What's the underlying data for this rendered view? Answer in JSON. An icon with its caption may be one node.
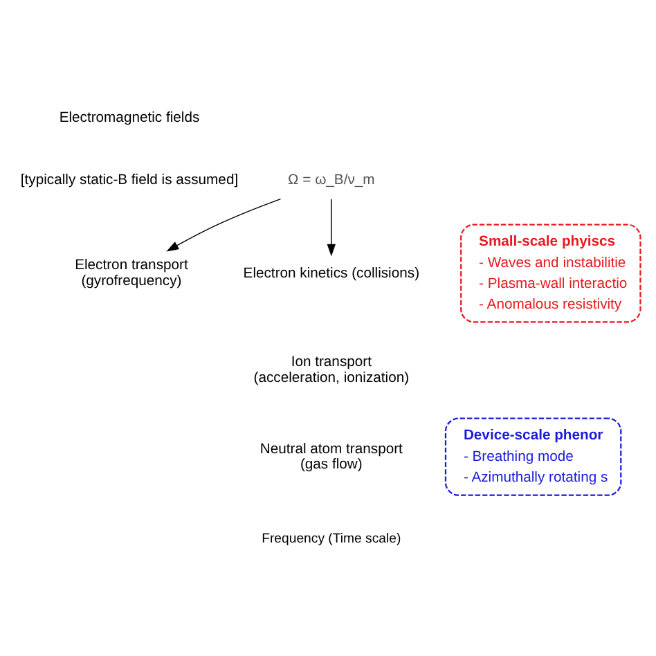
{
  "diagram": {
    "nodes": [
      {
        "text": [
          "Small-scale phyiscs",
          "- Waves and instabilitie",
          "- Plasma-wall interactio",
          "- Anomalous resistivity"
        ]
      },
      {
        "text": [
          "Device-scale phenor",
          "- Breathing mode",
          "- Azimuthally rotating s"
        ]
      },
      {
        "text": [
          "Electron transport",
          "(gyrofrequency)"
        ]
      },
      {
        "text": [
          "Ω = ω_B/ν_m"
        ]
      },
      {
        "text": [
          "Electron kinetics (collisions)"
        ]
      },
      {
        "text": [
          "Ion transport",
          "(acceleration, ionization)"
        ]
      },
      {
        "text": [
          "Neutral atom transport",
          "(gas flow)"
        ]
      }
    ],
    "edges": [
      {
        "from": 3,
        "to": 2,
        "arrow": "to"
      },
      {
        "from": 3,
        "to": 4,
        "arrow": "to"
      }
    ],
    "labels": [
      "Electromagnetic fields",
      "[typically static-B field is assumed]",
      "Frequency (Time scale)"
    ]
  }
}
